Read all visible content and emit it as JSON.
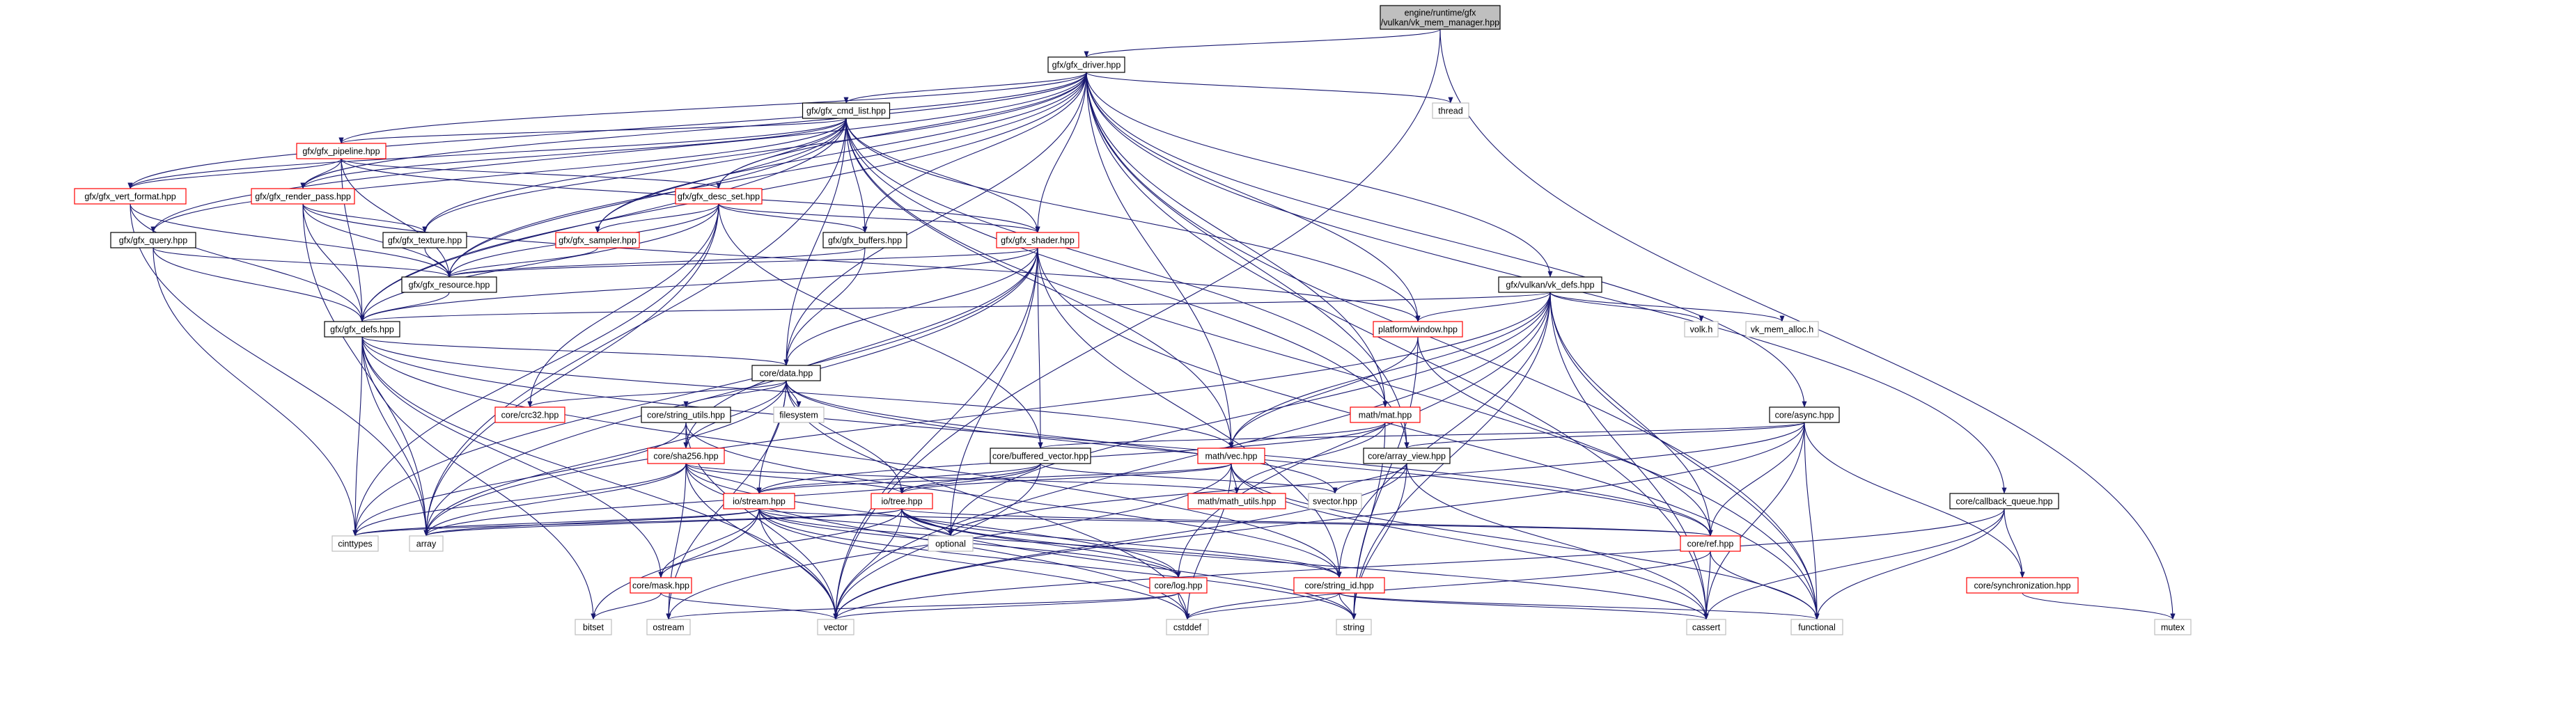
{
  "colors": {
    "edge": "#191970",
    "box_border_normal": "#000000",
    "box_border_truncated": "#ff0000",
    "box_border_external": "#bfbfbf",
    "root_fill": "#bfbfbf",
    "label": "#000000"
  },
  "root": {
    "lines": [
      "engine/runtime/gfx",
      "/vulkan/vk_mem_manager.hpp"
    ]
  },
  "nodes": {
    "gfx_driver": "gfx/gfx_driver.hpp",
    "gfx_cmd_list": "gfx/gfx_cmd_list.hpp",
    "thread": "thread",
    "gfx_pipeline": "gfx/gfx_pipeline.hpp",
    "gfx_vert_format": "gfx/gfx_vert_format.hpp",
    "gfx_render_pass": "gfx/gfx_render_pass.hpp",
    "gfx_desc_set": "gfx/gfx_desc_set.hpp",
    "gfx_query": "gfx/gfx_query.hpp",
    "gfx_texture": "gfx/gfx_texture.hpp",
    "gfx_sampler": "gfx/gfx_sampler.hpp",
    "gfx_buffers": "gfx/gfx_buffers.hpp",
    "gfx_shader": "gfx/gfx_shader.hpp",
    "gfx_resource": "gfx/gfx_resource.hpp",
    "vk_defs": "gfx/vulkan/vk_defs.hpp",
    "gfx_defs": "gfx/gfx_defs.hpp",
    "platform_window": "platform/window.hpp",
    "volk": "volk.h",
    "vk_mem_alloc": "vk_mem_alloc.h",
    "core_data": "core/data.hpp",
    "filesystem": "filesystem",
    "core_crc32": "core/crc32.hpp",
    "string_utils": "core/string_utils.hpp",
    "math_mat": "math/mat.hpp",
    "core_async": "core/async.hpp",
    "core_sha256": "core/sha256.hpp",
    "buffered_vector": "core/buffered_vector.hpp",
    "math_vec": "math/vec.hpp",
    "array_view": "core/array_view.hpp",
    "io_stream": "io/stream.hpp",
    "io_tree": "io/tree.hpp",
    "math_utils": "math/math_utils.hpp",
    "svector": "svector.hpp",
    "callback_queue": "core/callback_queue.hpp",
    "cinttypes": "cinttypes",
    "array": "array",
    "optional": "optional",
    "core_ref": "core/ref.hpp",
    "core_mask": "core/mask.hpp",
    "core_log": "core/log.hpp",
    "string_id": "core/string_id.hpp",
    "synchronization": "core/synchronization.hpp",
    "bitset": "bitset",
    "ostream": "ostream",
    "vector": "vector",
    "cstddef": "cstddef",
    "string": "string",
    "cassert": "cassert",
    "functional": "functional",
    "mutex": "mutex"
  }
}
